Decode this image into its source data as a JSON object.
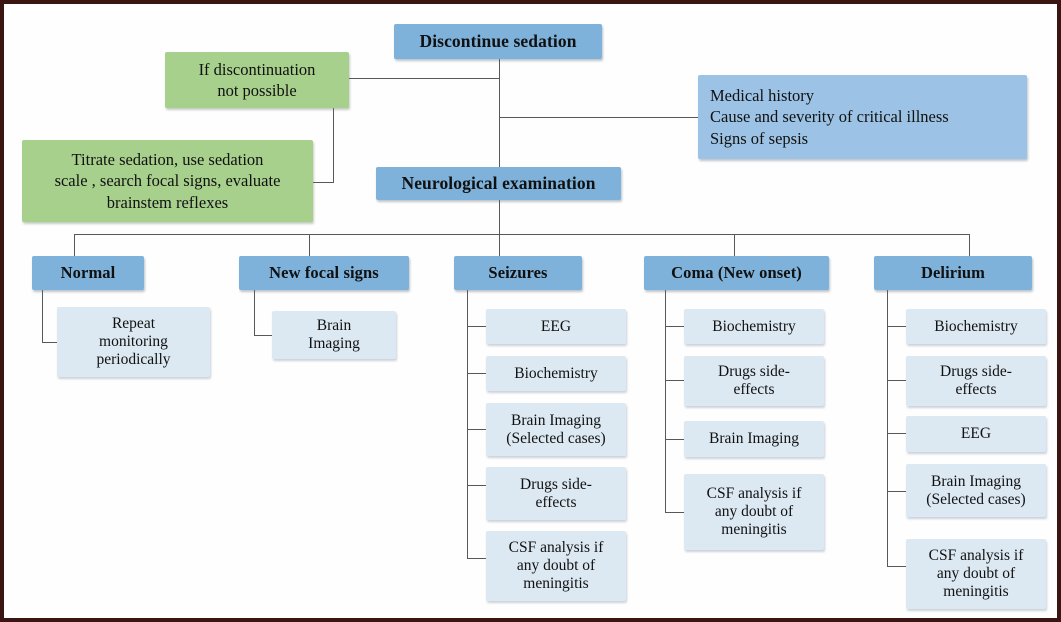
{
  "diagram": {
    "title_node": {
      "label": "Discontinue sedation"
    },
    "exam_node": {
      "label": "Neurological examination"
    },
    "info_node": {
      "label": "Medical history\nCause and severity of critical illness\nSigns of sepsis"
    },
    "green_nodes": [
      {
        "label": "If discontinuation\nnot possible"
      },
      {
        "label": "Titrate sedation, use sedation\nscale , search focal signs, evaluate\nbrainstem reflexes"
      }
    ],
    "columns": [
      {
        "header": "Normal",
        "items": [
          {
            "label": "Repeat\nmonitoring\nperiodically"
          }
        ]
      },
      {
        "header": "New focal signs",
        "items": [
          {
            "label": "Brain\nImaging"
          }
        ]
      },
      {
        "header": "Seizures",
        "items": [
          {
            "label": "EEG"
          },
          {
            "label": "Biochemistry"
          },
          {
            "label": "Brain Imaging\n(Selected cases)"
          },
          {
            "label": "Drugs side-\neffects"
          },
          {
            "label": "CSF analysis if\nany doubt of\nmeningitis"
          }
        ]
      },
      {
        "header": "Coma (New onset)",
        "items": [
          {
            "label": "Biochemistry"
          },
          {
            "label": "Drugs side-\neffects"
          },
          {
            "label": "Brain Imaging"
          },
          {
            "label": "CSF analysis if\nany doubt of\nmeningitis"
          }
        ]
      },
      {
        "header": "Delirium",
        "items": [
          {
            "label": "Biochemistry"
          },
          {
            "label": "Drugs side-\neffects"
          },
          {
            "label": "EEG"
          },
          {
            "label": "Brain Imaging\n(Selected cases)"
          },
          {
            "label": "CSF analysis if\nany doubt of\nmeningitis"
          }
        ]
      }
    ]
  },
  "colors": {
    "header_blue": "#7eb2da",
    "info_blue": "#9cc3e5",
    "green": "#a8d08d",
    "leaf_blue": "#dce9f3",
    "connector": "#58585a",
    "frame": "#3b1512"
  }
}
